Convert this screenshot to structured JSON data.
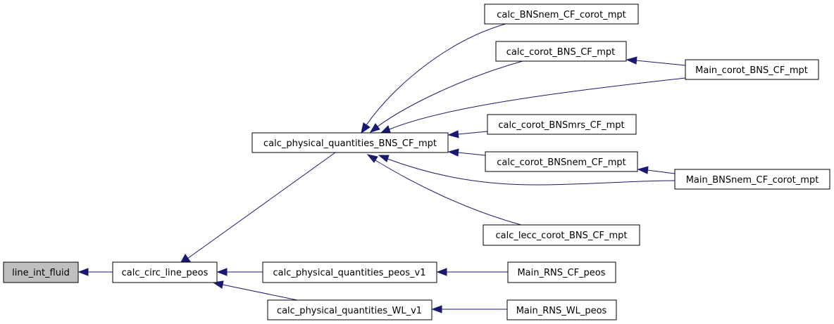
{
  "nodes": {
    "line_int_fluid": "line_int_fluid",
    "calc_circ_line_peos": "calc_circ_line_peos",
    "calc_physical_quantities_BNS_CF_mpt": "calc_physical_quantities_BNS_CF_mpt",
    "calc_physical_quantities_peos_v1": "calc_physical_quantities_peos_v1",
    "calc_physical_quantities_WL_v1": "calc_physical_quantities_WL_v1",
    "calc_BNSnem_CF_corot_mpt": "calc_BNSnem_CF_corot_mpt",
    "calc_corot_BNS_CF_mpt": "calc_corot_BNS_CF_mpt",
    "calc_corot_BNSmrs_CF_mpt": "calc_corot_BNSmrs_CF_mpt",
    "calc_corot_BNSnem_CF_mpt": "calc_corot_BNSnem_CF_mpt",
    "calc_lecc_corot_BNS_CF_mpt": "calc_lecc_corot_BNS_CF_mpt",
    "Main_corot_BNS_CF_mpt": "Main_corot_BNS_CF_mpt",
    "Main_BNSnem_CF_corot_mpt": "Main_BNSnem_CF_corot_mpt",
    "Main_RNS_CF_peos": "Main_RNS_CF_peos",
    "Main_RNS_WL_peos": "Main_RNS_WL_peos"
  },
  "edges": [
    {
      "from": "calc_circ_line_peos",
      "to": "line_int_fluid"
    },
    {
      "from": "calc_physical_quantities_BNS_CF_mpt",
      "to": "calc_circ_line_peos"
    },
    {
      "from": "calc_physical_quantities_peos_v1",
      "to": "calc_circ_line_peos"
    },
    {
      "from": "calc_physical_quantities_WL_v1",
      "to": "calc_circ_line_peos"
    },
    {
      "from": "calc_BNSnem_CF_corot_mpt",
      "to": "calc_physical_quantities_BNS_CF_mpt"
    },
    {
      "from": "calc_corot_BNS_CF_mpt",
      "to": "calc_physical_quantities_BNS_CF_mpt"
    },
    {
      "from": "Main_corot_BNS_CF_mpt",
      "to": "calc_physical_quantities_BNS_CF_mpt"
    },
    {
      "from": "calc_corot_BNSmrs_CF_mpt",
      "to": "calc_physical_quantities_BNS_CF_mpt"
    },
    {
      "from": "calc_corot_BNSnem_CF_mpt",
      "to": "calc_physical_quantities_BNS_CF_mpt"
    },
    {
      "from": "Main_BNSnem_CF_corot_mpt",
      "to": "calc_physical_quantities_BNS_CF_mpt"
    },
    {
      "from": "calc_lecc_corot_BNS_CF_mpt",
      "to": "calc_physical_quantities_BNS_CF_mpt"
    },
    {
      "from": "Main_corot_BNS_CF_mpt",
      "to": "calc_corot_BNS_CF_mpt"
    },
    {
      "from": "Main_BNSnem_CF_corot_mpt",
      "to": "calc_corot_BNSnem_CF_mpt"
    },
    {
      "from": "Main_RNS_CF_peos",
      "to": "calc_physical_quantities_peos_v1"
    },
    {
      "from": "Main_RNS_WL_peos",
      "to": "calc_physical_quantities_WL_v1"
    }
  ],
  "colors": {
    "edge": "#191970",
    "highlight_fill": "#bfbfbf",
    "node_stroke": "#000000"
  }
}
